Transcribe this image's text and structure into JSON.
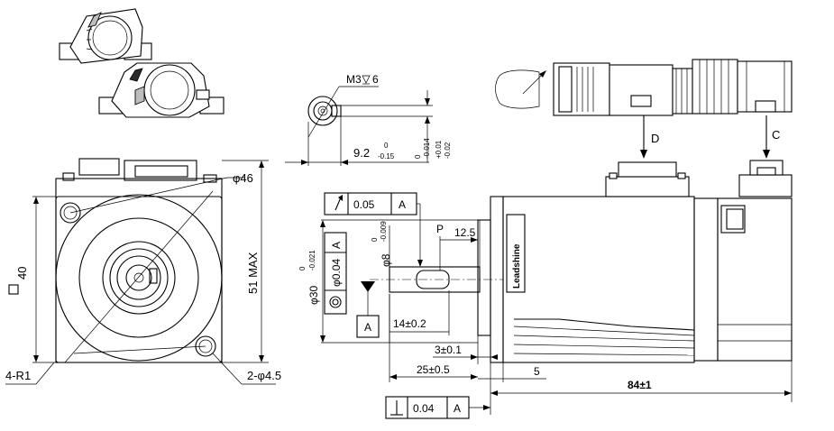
{
  "front_view": {
    "dia_46": "φ46",
    "square_40": "40",
    "max_51": "51 MAX",
    "radius": "4-R1",
    "holes": "2-φ4.5"
  },
  "detail_view": {
    "thread": "M3",
    "thread_depth": "6",
    "width": "9.2",
    "width_tol_top": "0",
    "width_tol_bot": "-0.15",
    "shaft_tol_a_top": "0",
    "shaft_tol_a_bot": "-0.014",
    "shaft_tol_b_top": "+0.01",
    "shaft_tol_b_bot": "-0.02"
  },
  "side_view": {
    "runout_value": "0.05",
    "runout_datum": "A",
    "shaft_dia": "φ8",
    "shaft_dia_tol_top": "0",
    "shaft_dia_tol_bot": "-0.009",
    "pilot_dia": "φ30",
    "pilot_tol_top": "0",
    "pilot_tol_bot": "-0.021",
    "conc_value": "φ0.04",
    "conc_datum": "A",
    "datum_label": "A",
    "p_label": "P",
    "p_value": "12.5",
    "key_len": "14±0.2",
    "pilot_len": "3±0.1",
    "shaft_len": "25±0.5",
    "flange_thk": "5",
    "body_len": "84±1",
    "perp_value": "0.04",
    "perp_datum": "A",
    "brand": "Leadshine"
  },
  "connector_views": {
    "arrow_d": "D",
    "arrow_c": "C"
  }
}
